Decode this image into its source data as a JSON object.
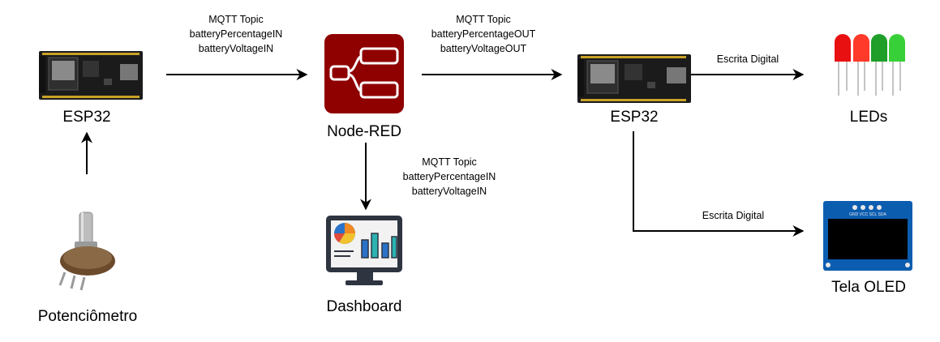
{
  "nodes": {
    "esp32_left": {
      "label": "ESP32"
    },
    "node_red": {
      "label": "Node-RED"
    },
    "esp32_right": {
      "label": "ESP32"
    },
    "leds": {
      "label": "LEDs"
    },
    "potentiometer": {
      "label": "Potenciômetro"
    },
    "dashboard": {
      "label": "Dashboard"
    },
    "oled": {
      "label": "Tela OLED",
      "pin_labels": "GND VCC SCL SDA"
    }
  },
  "edges": {
    "esp_to_nodered": {
      "lines": [
        "MQTT Topic",
        "batteryPercentageIN",
        "batteryVoltageIN"
      ]
    },
    "nodered_to_esp": {
      "lines": [
        "MQTT Topic",
        "batteryPercentageOUT",
        "batteryVoltageOUT"
      ]
    },
    "nodered_to_dashboard": {
      "lines": [
        "MQTT Topic",
        "batteryPercentageIN",
        "batteryVoltageIN"
      ]
    },
    "esp_to_leds": {
      "label": "Escrita Digital"
    },
    "esp_to_oled": {
      "label": "Escrita Digital"
    }
  },
  "colors": {
    "node_red": "#8f0000",
    "esp_board": "#1b1b1b",
    "led_red": "#e81010",
    "led_green": "#20b020",
    "oled_frame": "#0b5db0",
    "dashboard_blue": "#2a73c8",
    "dashboard_teal": "#2bb3b1"
  }
}
